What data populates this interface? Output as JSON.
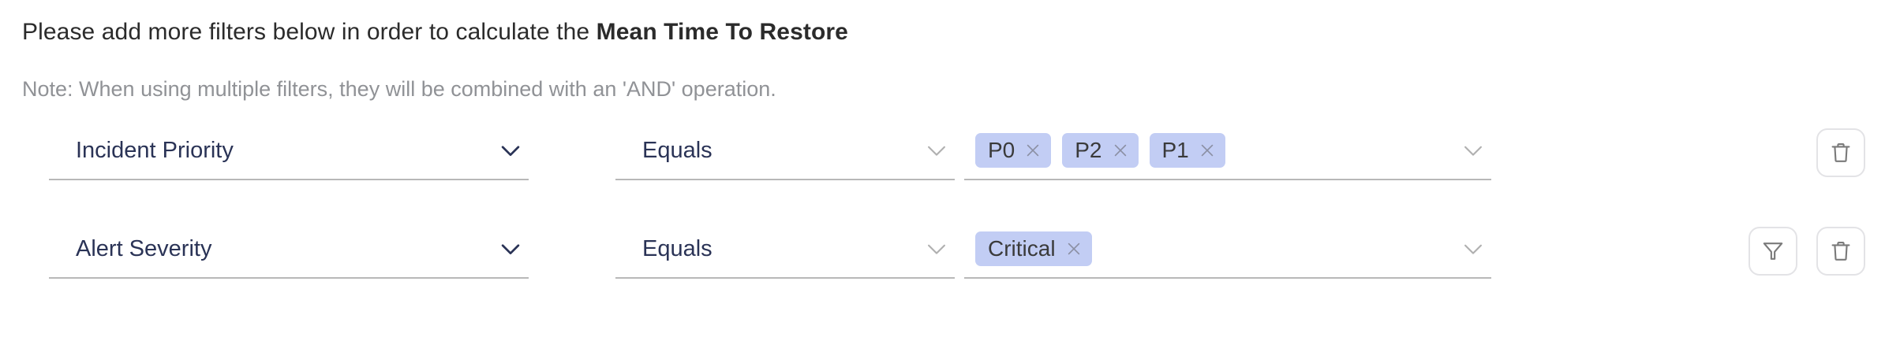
{
  "header": {
    "instruction_prefix": "Please add more filters below in order to calculate the ",
    "instruction_metric": "Mean Time To Restore",
    "note": "Note: When using multiple filters, they will be combined with an 'AND' operation."
  },
  "colors": {
    "chip_background": "#c2cdf4",
    "chip_text": "#3a3a3a",
    "field_text": "#2a3356",
    "note_text": "#909296",
    "heading_text": "#2b2b2b",
    "underline": "#b8b8b8",
    "button_border": "#e3e3e6",
    "icon_stroke": "#7a7a7a"
  },
  "filters": [
    {
      "attribute": {
        "value": "Incident Priority",
        "icon": "chevron-down-icon"
      },
      "operator": {
        "value": "Equals",
        "icon": "chevron-down-icon"
      },
      "value_field": {
        "chips": [
          {
            "label": "P0",
            "remove_icon": "close-icon"
          },
          {
            "label": "P2",
            "remove_icon": "close-icon"
          },
          {
            "label": "P1",
            "remove_icon": "close-icon"
          }
        ],
        "icon": "chevron-down-icon"
      },
      "actions": [
        {
          "name": "delete-filter-button",
          "icon": "trash-icon"
        }
      ]
    },
    {
      "attribute": {
        "value": "Alert Severity",
        "icon": "chevron-down-icon"
      },
      "operator": {
        "value": "Equals",
        "icon": "chevron-down-icon"
      },
      "value_field": {
        "chips": [
          {
            "label": "Critical",
            "remove_icon": "close-icon"
          }
        ],
        "icon": "chevron-down-icon"
      },
      "actions": [
        {
          "name": "add-filter-button",
          "icon": "funnel-icon"
        },
        {
          "name": "delete-filter-button",
          "icon": "trash-icon"
        }
      ]
    }
  ]
}
